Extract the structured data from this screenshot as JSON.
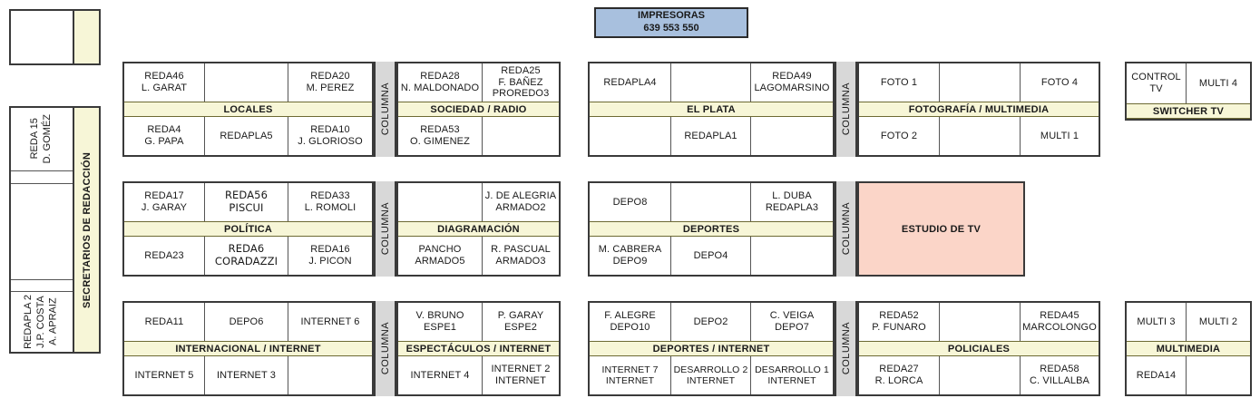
{
  "printers": {
    "title": "IMPRESORAS",
    "numbers": "639  553  550"
  },
  "colors": {
    "band": "#f7f6d7",
    "columna": "#d8d8d8",
    "printers": "#a8c0de",
    "estudio": "#fbd5c8",
    "border": "#3a3a3a"
  },
  "columna_label": "COLUMNA",
  "sidebar": {
    "label": "SECRETARIOS DE REDACCIÓN",
    "cells": [
      {
        "text": "REDA 15\nD. GOMÉZ"
      },
      {
        "text": ""
      },
      {
        "text": ""
      },
      {
        "text": ""
      },
      {
        "text": "REDAPLA 2\nJ.P. COSTA\nA. APRAIZ"
      }
    ]
  },
  "estudio": {
    "label": "ESTUDIO DE TV"
  },
  "units": [
    {
      "name": "locales-sociedad",
      "left": {
        "band": "LOCALES",
        "top": [
          "REDA46\nL. GARAT",
          "",
          "REDA20\nM. PEREZ"
        ],
        "bottom": [
          "REDA4\nG. PAPA",
          "REDAPLA5",
          "REDA10\nJ. GLORIOSO"
        ]
      },
      "right": {
        "band": "SOCIEDAD / RADIO",
        "top": [
          "REDA28\nN. MALDONADO",
          "REDA25\nF. BAÑEZ\nPROREDO3"
        ],
        "bottom": [
          "REDA53\nO. GIMENEZ",
          ""
        ]
      }
    },
    {
      "name": "elplata-fotografia",
      "left": {
        "band": "EL PLATA",
        "top": [
          "REDAPLA4",
          "",
          "REDA49\nLAGOMARSINO"
        ],
        "bottom": [
          "",
          "REDAPLA1",
          ""
        ]
      },
      "right": {
        "band": "FOTOGRAFÍA / MULTIMEDIA",
        "top": [
          "FOTO 1",
          "",
          "FOTO 4"
        ],
        "bottom": [
          "FOTO 2",
          "",
          "MULTI 1"
        ]
      }
    },
    {
      "name": "politica-diagramacion",
      "left": {
        "band": "POLÍTICA",
        "top": [
          "REDA17\nJ. GARAY",
          "REDA56\nPISCUI",
          "REDA33\nL. ROMOLI"
        ],
        "bottom": [
          "REDA23",
          "REDA6\nCORADAZZI",
          "REDA16\nJ. PICON"
        ]
      },
      "right": {
        "band": "DIAGRAMACIÓN",
        "top": [
          "",
          "J. DE ALEGRIA\nARMADO2"
        ],
        "bottom": [
          "PANCHO\nARMADO5",
          "R. PASCUAL\nARMADO3"
        ]
      }
    },
    {
      "name": "deportes",
      "left": {
        "band": "DEPORTES",
        "top": [
          "DEPO8",
          "",
          "L. DUBA\nREDAPLA3"
        ],
        "bottom": [
          "M. CABRERA\nDEPO9",
          "DEPO4",
          ""
        ]
      }
    },
    {
      "name": "internacional-espectaculos",
      "left": {
        "band": "INTERNACIONAL / INTERNET",
        "top": [
          "REDA11",
          "DEPO6",
          "INTERNET 6"
        ],
        "bottom": [
          "INTERNET 5",
          "INTERNET 3",
          ""
        ]
      },
      "right": {
        "band": "ESPECTÁCULOS / INTERNET",
        "top": [
          "V. BRUNO\nESPE1",
          "P. GARAY\nESPE2"
        ],
        "bottom": [
          "INTERNET 4",
          "INTERNET 2\nINTERNET"
        ]
      }
    },
    {
      "name": "deportesinternet-policiales",
      "left": {
        "band": "DEPORTES / INTERNET",
        "top": [
          "F. ALEGRE\nDEPO10",
          "DEPO2",
          "C. VEIGA\nDEPO7"
        ],
        "bottom": [
          "INTERNET 7\nINTERNET",
          "DESARROLLO 2\nINTERNET",
          "DESARROLLO 1\nINTERNET"
        ]
      },
      "right": {
        "band": "POLICIALES",
        "top": [
          "REDA52\nP. FUNARO",
          "",
          "REDA45\nMARCOLONGO"
        ],
        "bottom": [
          "REDA27\nR. LORCA",
          "",
          "REDA58\nC. VILLALBA"
        ]
      }
    }
  ],
  "minis": [
    {
      "name": "switcher-tv",
      "band": "SWITCHER TV",
      "top": [
        "CONTROL TV",
        "MULTI 4"
      ],
      "bottom": []
    },
    {
      "name": "multimedia",
      "band": "MULTIMEDIA",
      "top": [
        "MULTI 3",
        "MULTI 2"
      ],
      "bottom": [
        "REDA14",
        ""
      ]
    }
  ]
}
